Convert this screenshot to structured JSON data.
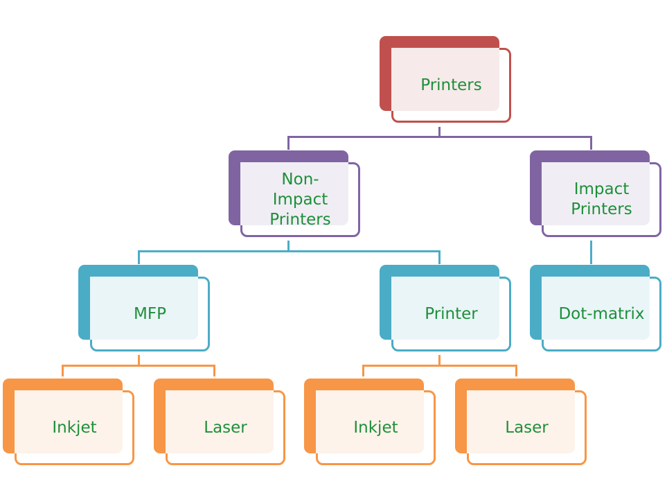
{
  "diagram": {
    "title": "Printers classification",
    "colors": {
      "level0": "#c0504d",
      "level1": "#8064a2",
      "level2": "#4bacc6",
      "level3": "#f79646",
      "text": "#1e8f3a"
    },
    "nodes": {
      "printers": {
        "label": "Printers"
      },
      "non_impact": {
        "label": "Non-\nImpact\nPrinters"
      },
      "impact": {
        "label": "Impact\nPrinters"
      },
      "mfp": {
        "label": "MFP"
      },
      "printer": {
        "label": "Printer"
      },
      "dot_matrix": {
        "label": "Dot-matrix"
      },
      "mfp_inkjet": {
        "label": "Inkjet"
      },
      "mfp_laser": {
        "label": "Laser"
      },
      "printer_inkjet": {
        "label": "Inkjet"
      },
      "printer_laser": {
        "label": "Laser"
      }
    },
    "edges": [
      [
        "printers",
        "non_impact"
      ],
      [
        "printers",
        "impact"
      ],
      [
        "non_impact",
        "mfp"
      ],
      [
        "non_impact",
        "printer"
      ],
      [
        "impact",
        "dot_matrix"
      ],
      [
        "mfp",
        "mfp_inkjet"
      ],
      [
        "mfp",
        "mfp_laser"
      ],
      [
        "printer",
        "printer_inkjet"
      ],
      [
        "printer",
        "printer_laser"
      ]
    ]
  }
}
